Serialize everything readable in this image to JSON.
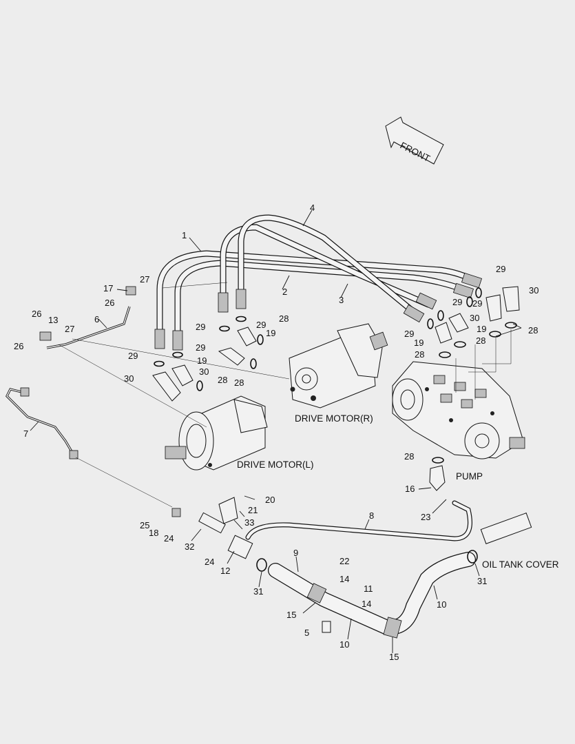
{
  "diagram": {
    "labels": {
      "front": "FRONT",
      "drive_motor_r": "DRIVE MOTOR(R)",
      "drive_motor_l": "DRIVE MOTOR(L)",
      "pump": "PUMP",
      "oil_tank_cover": "OIL TANK COVER"
    },
    "callouts": [
      {
        "id": "c1",
        "text": "1"
      },
      {
        "id": "c2",
        "text": "2"
      },
      {
        "id": "c3",
        "text": "3"
      },
      {
        "id": "c4",
        "text": "4"
      },
      {
        "id": "c5",
        "text": "5"
      },
      {
        "id": "c6",
        "text": "6"
      },
      {
        "id": "c7",
        "text": "7"
      },
      {
        "id": "c8",
        "text": "8"
      },
      {
        "id": "c9",
        "text": "9"
      },
      {
        "id": "c10a",
        "text": "10"
      },
      {
        "id": "c10b",
        "text": "10"
      },
      {
        "id": "c11",
        "text": "11"
      },
      {
        "id": "c12",
        "text": "12"
      },
      {
        "id": "c13",
        "text": "13"
      },
      {
        "id": "c14a",
        "text": "14"
      },
      {
        "id": "c14b",
        "text": "14"
      },
      {
        "id": "c15a",
        "text": "15"
      },
      {
        "id": "c15b",
        "text": "15"
      },
      {
        "id": "c16",
        "text": "16"
      },
      {
        "id": "c17",
        "text": "17"
      },
      {
        "id": "c18",
        "text": "18"
      },
      {
        "id": "c19a",
        "text": "19"
      },
      {
        "id": "c19b",
        "text": "19"
      },
      {
        "id": "c19c",
        "text": "19"
      },
      {
        "id": "c19d",
        "text": "19"
      },
      {
        "id": "c20",
        "text": "20"
      },
      {
        "id": "c21",
        "text": "21"
      },
      {
        "id": "c22",
        "text": "22"
      },
      {
        "id": "c23",
        "text": "23"
      },
      {
        "id": "c24a",
        "text": "24"
      },
      {
        "id": "c24b",
        "text": "24"
      },
      {
        "id": "c25",
        "text": "25"
      },
      {
        "id": "c26a",
        "text": "26"
      },
      {
        "id": "c26b",
        "text": "26"
      },
      {
        "id": "c26c",
        "text": "26"
      },
      {
        "id": "c27a",
        "text": "27"
      },
      {
        "id": "c27b",
        "text": "27"
      },
      {
        "id": "c28a",
        "text": "28"
      },
      {
        "id": "c28b",
        "text": "28"
      },
      {
        "id": "c28c",
        "text": "28"
      },
      {
        "id": "c28d",
        "text": "28"
      },
      {
        "id": "c28e",
        "text": "28"
      },
      {
        "id": "c28f",
        "text": "28"
      },
      {
        "id": "c28g",
        "text": "28"
      },
      {
        "id": "c29a",
        "text": "29"
      },
      {
        "id": "c29b",
        "text": "29"
      },
      {
        "id": "c29c",
        "text": "29"
      },
      {
        "id": "c29d",
        "text": "29"
      },
      {
        "id": "c29e",
        "text": "29"
      },
      {
        "id": "c29f",
        "text": "29"
      },
      {
        "id": "c29g",
        "text": "29"
      },
      {
        "id": "c29h",
        "text": "29"
      },
      {
        "id": "c30a",
        "text": "30"
      },
      {
        "id": "c30b",
        "text": "30"
      },
      {
        "id": "c30c",
        "text": "30"
      },
      {
        "id": "c30d",
        "text": "30"
      },
      {
        "id": "c31a",
        "text": "31"
      },
      {
        "id": "c31b",
        "text": "31"
      },
      {
        "id": "c32",
        "text": "32"
      },
      {
        "id": "c33",
        "text": "33"
      }
    ]
  }
}
